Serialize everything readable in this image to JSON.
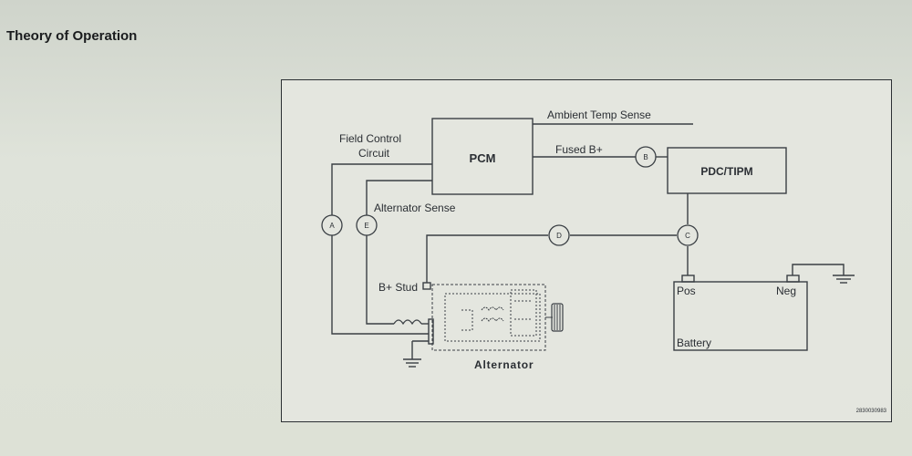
{
  "page": {
    "title": "Theory of Operation"
  },
  "diagram": {
    "labels": {
      "pcm": "PCM",
      "pdc_tipm": "PDC/TIPM",
      "ambient_temp_sense": "Ambient Temp Sense",
      "fused_b_plus": "Fused B+",
      "field_control_line1": "Field Control",
      "field_control_line2": "Circuit",
      "alternator_sense": "Alternator Sense",
      "b_plus_stud": "B+ Stud",
      "alternator": "Alternator",
      "battery": "Battery",
      "pos": "Pos",
      "neg": "Neg",
      "figure_id": "2830030983"
    },
    "connectors": {
      "a": "A",
      "b": "B",
      "c": "C",
      "d": "D",
      "e": "E"
    },
    "colors": {
      "line": "#3a3f44",
      "text": "#2a2e33",
      "frame_bg": "#e4e6df",
      "page_bg": "#dde1d6"
    }
  }
}
